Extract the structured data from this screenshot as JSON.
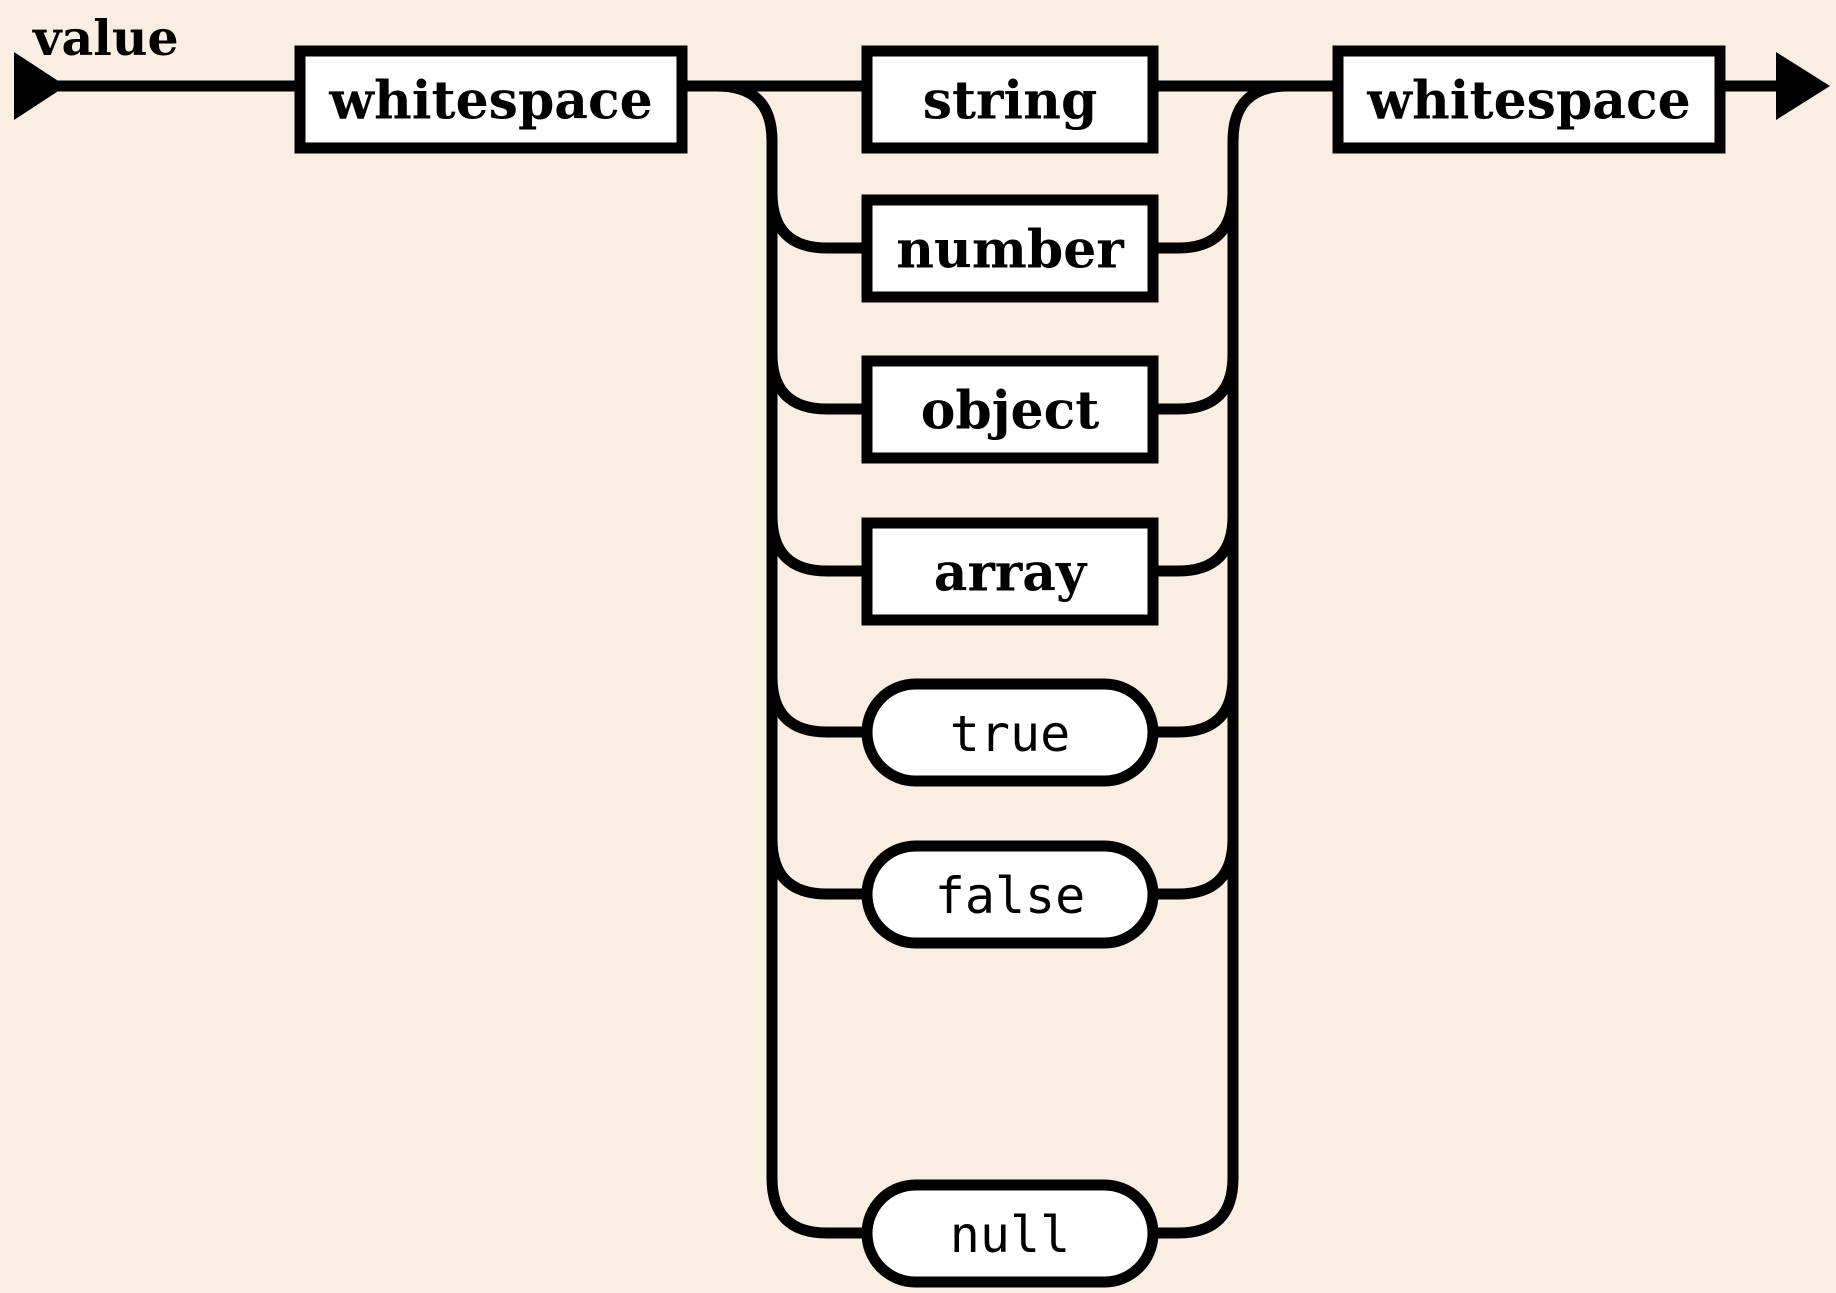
{
  "diagram": {
    "name": "value",
    "title": "value",
    "kind": "railroad-syntax-diagram",
    "background_color": "#faeee3",
    "box_fill_color": "#ffffff",
    "line_color": "#000000",
    "entry_arrow": "left-arrow-icon",
    "exit_arrow": "right-arrow-icon",
    "sequence": [
      {
        "id": "ws-left",
        "label": "whitespace",
        "shape": "rect"
      },
      {
        "id": "choice",
        "label": "",
        "shape": "choice"
      },
      {
        "id": "ws-right",
        "label": "whitespace",
        "shape": "rect"
      }
    ],
    "alternatives": [
      {
        "id": "string",
        "label": "string",
        "shape": "rect",
        "kind": "nonterminal"
      },
      {
        "id": "number",
        "label": "number",
        "shape": "rect",
        "kind": "nonterminal"
      },
      {
        "id": "object",
        "label": "object",
        "shape": "rect",
        "kind": "nonterminal"
      },
      {
        "id": "array",
        "label": "array",
        "shape": "rect",
        "kind": "nonterminal"
      },
      {
        "id": "true",
        "label": "true",
        "shape": "pill",
        "kind": "terminal"
      },
      {
        "id": "false",
        "label": "false",
        "shape": "pill",
        "kind": "terminal"
      },
      {
        "id": "null",
        "label": "null",
        "shape": "pill",
        "kind": "terminal"
      }
    ]
  }
}
